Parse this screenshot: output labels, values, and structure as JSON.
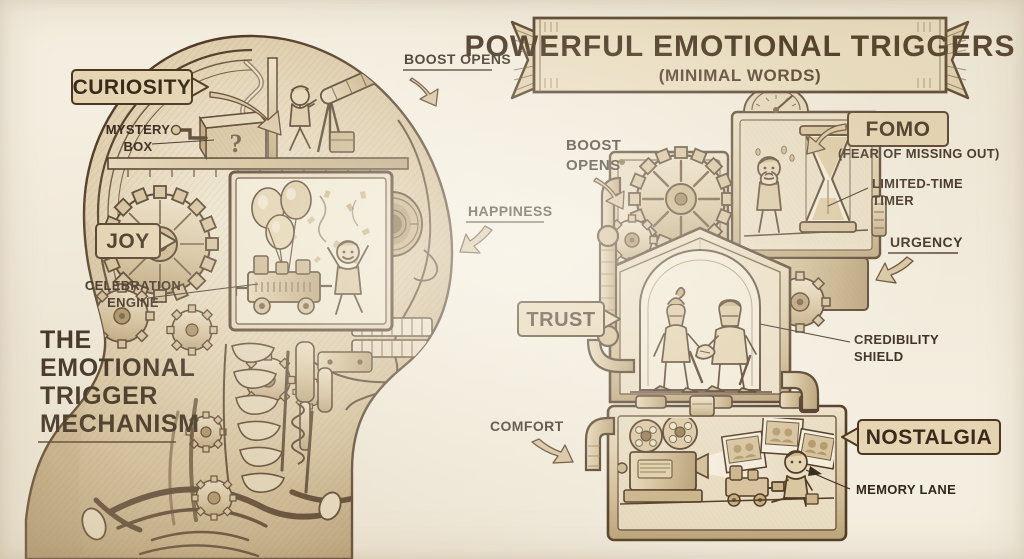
{
  "banner": {
    "title": "POWERFUL EMOTIONAL TRIGGERS",
    "subtitle": "(MINIMAL WORDS)"
  },
  "main_title": {
    "line1": "THE",
    "line2": "EMOTIONAL",
    "line3": "TRIGGER",
    "line4": "MECHANISM"
  },
  "left_panel": {
    "badges": [
      {
        "id": "curiosity",
        "label": "CURIOSITY"
      },
      {
        "id": "joy",
        "label": "JOY"
      }
    ],
    "callouts": [
      {
        "id": "mystery-box",
        "line1": "MYSTERY",
        "line2": "BOX"
      },
      {
        "id": "celebration-engine",
        "line1": "CELEBRATION",
        "line2": "ENGINE"
      }
    ],
    "arrow_labels": [
      {
        "id": "boost-opens-left",
        "text": "BOOST OPENS"
      },
      {
        "id": "happiness",
        "text": "HAPPINESS"
      }
    ]
  },
  "right_panel": {
    "badges": [
      {
        "id": "fomo",
        "label": "FOMO",
        "sub": "(FEAR OF MISSING OUT)"
      },
      {
        "id": "trust",
        "label": "TRUST"
      },
      {
        "id": "nostalgia",
        "label": "NOSTALGIA"
      }
    ],
    "callouts": [
      {
        "id": "limited-time-timer",
        "line1": "LIMITED-TIME",
        "line2": "TIMER"
      },
      {
        "id": "credibility-shield",
        "line1": "CREDIBILITY",
        "line2": "SHIELD"
      },
      {
        "id": "memory-lane",
        "line1": "MEMORY LANE",
        "line2": ""
      }
    ],
    "arrow_labels": [
      {
        "id": "boost-opens-right-1",
        "text": "BOOST"
      },
      {
        "id": "boost-opens-right-2",
        "text": "OPENS"
      },
      {
        "id": "urgency",
        "text": "URGENCY"
      },
      {
        "id": "comfort",
        "text": "COMFORT"
      }
    ]
  },
  "colors": {
    "background": "#f7f2e5",
    "ink": "#3b2a1c",
    "badge_fill": "#e6d5b2",
    "badge_border": "#4b3622",
    "arrow_fill": "#d8c4a0",
    "line_art": "#6b543a"
  },
  "illustration": {
    "left_scene": "human-head-cross-section-mechanical",
    "left_elements": [
      "gears",
      "mystery-box-question-mark",
      "telescope-observer",
      "celebration-engine-balloons-confetti-child",
      "skull-teeth",
      "spine-ribcage-clavicle",
      "pistons-pipes"
    ],
    "right_scene": "machine-assembly-panels",
    "right_elements": [
      "large-gear-cluster",
      "hourglass",
      "worried-figure",
      "knights-handshake-under-dome",
      "film-projector",
      "photographs",
      "child-with-toy-train",
      "pipes-valves"
    ]
  }
}
